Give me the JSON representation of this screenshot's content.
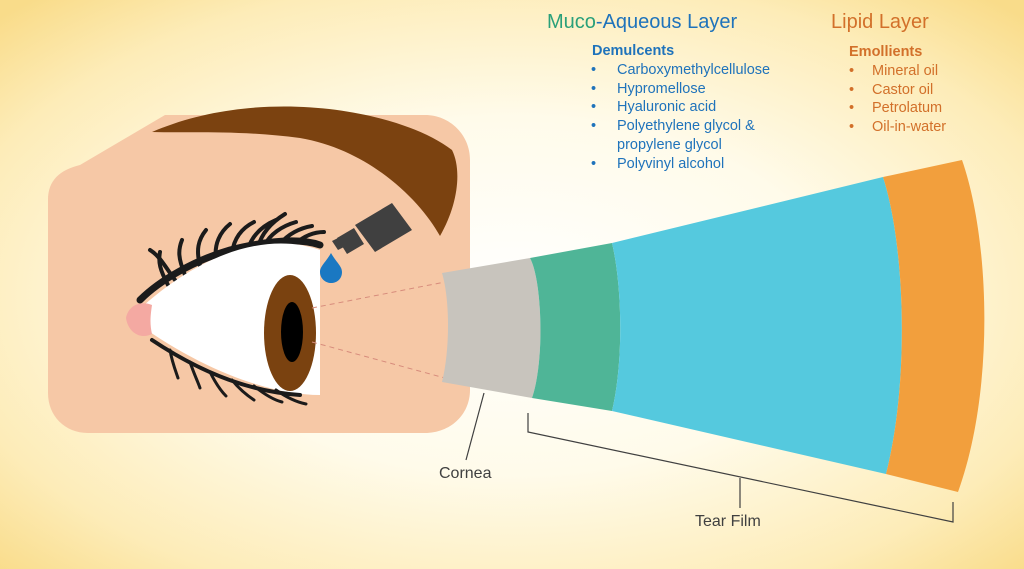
{
  "colors": {
    "muco": "#2aa07a",
    "muco_dash": "#1f73bb",
    "lipid": "#d2702a",
    "demulcents": "#1f73bb",
    "emollients": "#d2702a",
    "cornea": "#c8c4bd",
    "mucin_band": "#4fb597",
    "aqueous_band": "#55c9de",
    "lipid_band": "#f29f3d",
    "skin": "#f6c8a6",
    "brow": "#7b4210",
    "iris": "#7a4210",
    "drop": "#1a78c2",
    "bottle": "#404040"
  },
  "icons": [
    "eye-illustration",
    "eyebrow",
    "eyelashes",
    "eye-drop-bottle-icon",
    "water-drop-icon"
  ],
  "muco_aqueous": {
    "title_part1": "Muco",
    "title_part2": "-Aqueous Layer",
    "heading": "Demulcents",
    "items": [
      "Carboxymethylcellulose",
      "Hypromellose",
      "Hyaluronic acid",
      "Polyethylene glycol &",
      "propylene glycol",
      "Polyvinyl alcohol"
    ]
  },
  "lipid": {
    "title": "Lipid Layer",
    "heading": "Emollients",
    "items": [
      "Mineral oil",
      "Castor oil",
      "Petrolatum",
      "Oil-in-water"
    ]
  },
  "labels": {
    "cornea": "Cornea",
    "tear_film": "Tear Film"
  }
}
